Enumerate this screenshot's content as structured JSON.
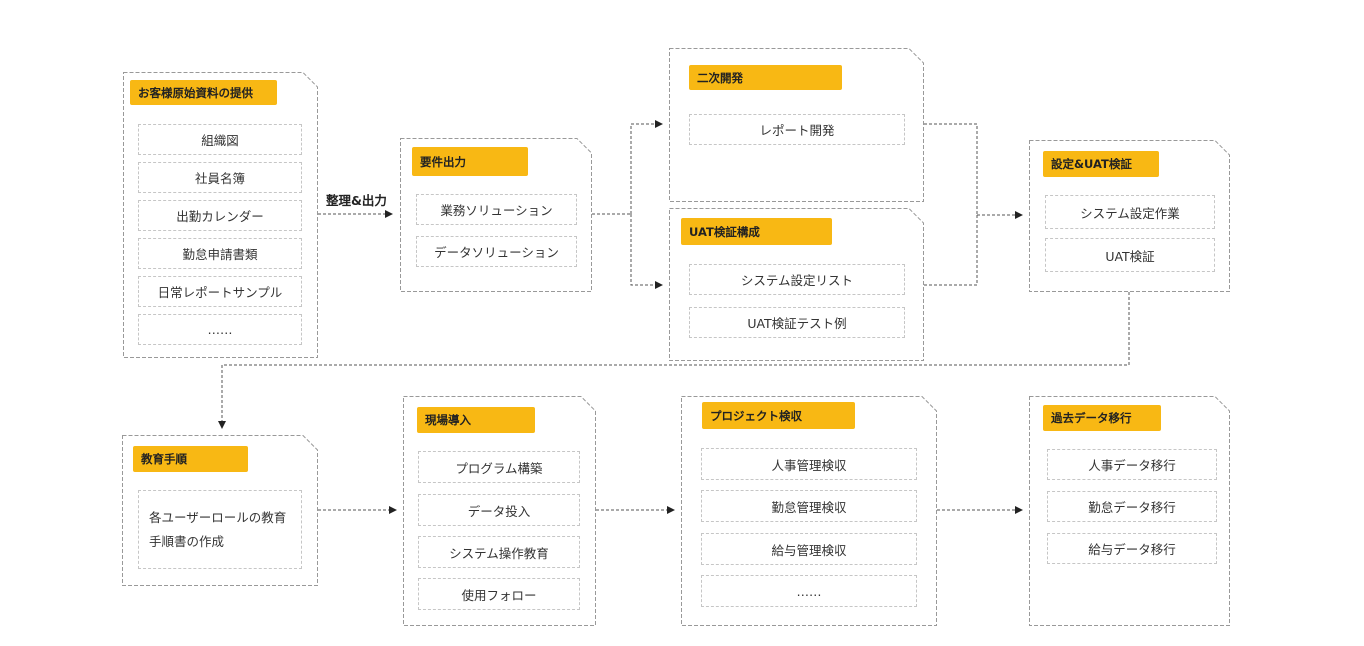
{
  "edge_label": "整理&出力",
  "boxes": {
    "source": {
      "title": "お客様原始資料の提供",
      "items": [
        "組織図",
        "社員名簿",
        "出勤カレンダー",
        "勤怠申請書類",
        "日常レポートサンプル",
        "……"
      ]
    },
    "requirements": {
      "title": "要件出力",
      "items": [
        "業務ソリューション",
        "データソリューション"
      ]
    },
    "secondary_dev": {
      "title": "二次開発",
      "items": [
        "レポート開発"
      ]
    },
    "uat_config": {
      "title": "UAT検証構成",
      "items": [
        "システム設定リスト",
        "UAT検証テスト例"
      ]
    },
    "setup_uat": {
      "title": "設定&UAT検証",
      "items": [
        "システム設定作業",
        "UAT検証"
      ]
    },
    "training": {
      "title": "教育手順",
      "items": [
        "各ユーザーロールの教育手順書の作成"
      ]
    },
    "onsite": {
      "title": "現場導入",
      "items": [
        "プログラム構築",
        "データ投入",
        "システム操作教育",
        "使用フォロー"
      ]
    },
    "acceptance": {
      "title": "プロジェクト検収",
      "items": [
        "人事管理検収",
        "勤怠管理検収",
        "給与管理検収",
        "……"
      ]
    },
    "migration": {
      "title": "過去データ移行",
      "items": [
        "人事データ移行",
        "勤怠データ移行",
        "給与データ移行"
      ]
    }
  },
  "colors": {
    "tag": "#f8b814",
    "border": "#999999",
    "item_border": "#c6c6c6",
    "arrow": "#333333"
  }
}
